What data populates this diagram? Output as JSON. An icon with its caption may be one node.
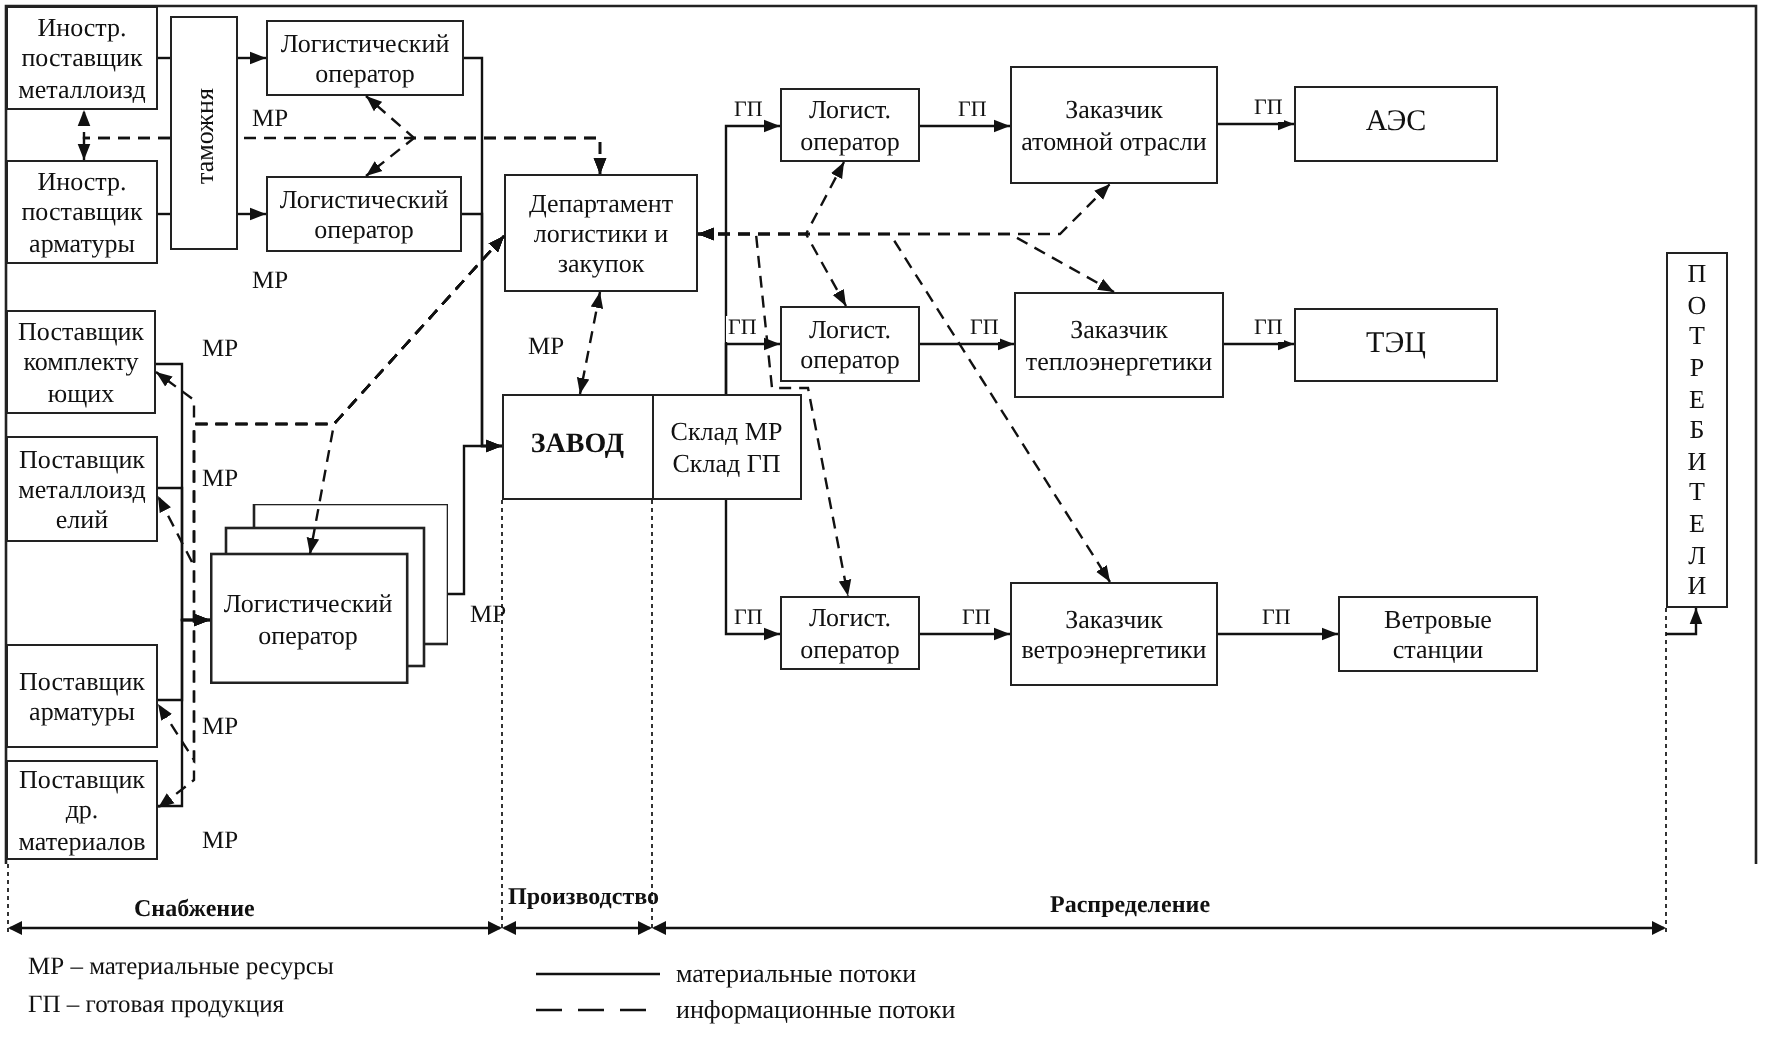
{
  "diagram": {
    "nodes": [
      {
        "text": [
          "Иностр. поставщик металлоизд"
        ]
      },
      {
        "text": [
          "Иностр. поставщик арматуры"
        ]
      },
      {
        "text": [
          "таможня"
        ]
      },
      {
        "text": [
          "Логистический оператор"
        ]
      },
      {
        "text": [
          "Логистический оператор"
        ]
      },
      {
        "text": [
          "Департамент логистики и закупок"
        ]
      },
      {
        "text": [
          "Поставщик комплекту ющих"
        ]
      },
      {
        "text": [
          "Поставщик металлоизд елий"
        ]
      },
      {
        "text": [
          "Логистический оператор"
        ]
      },
      {
        "text": [
          "ЗАВОД",
          "Склад МР Склад ГП"
        ]
      },
      {
        "text": [
          "Поставщик арматуры"
        ]
      },
      {
        "text": [
          "Поставщик др. материалов"
        ]
      },
      {
        "text": [
          "Логист. оператор"
        ]
      },
      {
        "text": [
          "Заказчик атомной отрасли"
        ]
      },
      {
        "text": [
          "АЭС"
        ]
      },
      {
        "text": [
          "Логист. оператор"
        ]
      },
      {
        "text": [
          "Заказчик теплоэнергетики"
        ]
      },
      {
        "text": [
          "ТЭЦ"
        ]
      },
      {
        "text": [
          "Логист. оператор"
        ]
      },
      {
        "text": [
          "Заказчик ветроэнергетики"
        ]
      },
      {
        "text": [
          "Ветровые станции"
        ]
      },
      {
        "text": [
          "ПОТРЕБИТЕЛИ"
        ]
      }
    ],
    "edges": [
      {
        "from": 0,
        "to": 2,
        "arrow": "none"
      },
      {
        "from": 1,
        "to": 2,
        "arrow": "none"
      },
      {
        "from": 2,
        "to": 3,
        "arrow": "to"
      },
      {
        "from": 2,
        "to": 4,
        "arrow": "to"
      },
      {
        "from": 3,
        "to": 9,
        "arrow": "to"
      },
      {
        "from": 4,
        "to": 9,
        "arrow": "to"
      },
      {
        "from": 6,
        "to": 8,
        "arrow": "to"
      },
      {
        "from": 7,
        "to": 8,
        "arrow": "to"
      },
      {
        "from": 10,
        "to": 8,
        "arrow": "to"
      },
      {
        "from": 11,
        "to": 8,
        "arrow": "to"
      },
      {
        "from": 8,
        "to": 9,
        "arrow": "to"
      },
      {
        "from": 9,
        "to": 12,
        "arrow": "to",
        "label": "ГП"
      },
      {
        "from": 9,
        "to": 15,
        "arrow": "to",
        "label": "ГП"
      },
      {
        "from": 9,
        "to": 18,
        "arrow": "to",
        "label": "ГП"
      },
      {
        "from": 12,
        "to": 13,
        "arrow": "to",
        "label": "ГП"
      },
      {
        "from": 13,
        "to": 14,
        "arrow": "to",
        "label": "ГП"
      },
      {
        "from": 15,
        "to": 16,
        "arrow": "to",
        "label": "ГП"
      },
      {
        "from": 16,
        "to": 17,
        "arrow": "to",
        "label": "ГП"
      },
      {
        "from": 18,
        "to": 19,
        "arrow": "to",
        "label": "ГП"
      },
      {
        "from": 19,
        "to": 20,
        "arrow": "to",
        "label": "ГП"
      },
      {
        "from": null,
        "to": 21,
        "arrow": "to"
      },
      {
        "from": 2,
        "to": 0,
        "arrow": "to",
        "style": "dashed"
      },
      {
        "from": 2,
        "to": 1,
        "arrow": "to",
        "style": "dashed"
      },
      {
        "from": 5,
        "to": 3,
        "arrow": "both",
        "style": "dashed"
      },
      {
        "from": 5,
        "to": 4,
        "arrow": "both",
        "style": "dashed"
      },
      {
        "from": 5,
        "to": 6,
        "arrow": "both",
        "style": "dashed"
      },
      {
        "from": 5,
        "to": 7,
        "arrow": "both",
        "style": "dashed"
      },
      {
        "from": 5,
        "to": 10,
        "arrow": "both",
        "style": "dashed"
      },
      {
        "from": 5,
        "to": 11,
        "arrow": "both",
        "style": "dashed"
      },
      {
        "from": 5,
        "to": 8,
        "arrow": "both",
        "style": "dashed"
      },
      {
        "from": 5,
        "to": 9,
        "arrow": "both",
        "style": "dashed"
      },
      {
        "from": 5,
        "to": 12,
        "arrow": "both",
        "style": "dashed"
      },
      {
        "from": 5,
        "to": 15,
        "arrow": "both",
        "style": "dashed"
      },
      {
        "from": 5,
        "to": 18,
        "arrow": "both",
        "style": "dashed"
      },
      {
        "from": 5,
        "to": 13,
        "arrow": "both",
        "style": "dashed"
      },
      {
        "from": 5,
        "to": 16,
        "arrow": "both",
        "style": "dashed"
      },
      {
        "from": 5,
        "to": 19,
        "arrow": "both",
        "style": "dashed"
      },
      {
        "from": 2,
        "to": 5,
        "arrow": "to",
        "style": "dashed"
      }
    ],
    "labels": [
      "МР",
      "МР",
      "МР",
      "МР",
      "МР",
      "МР",
      "МР",
      "МР",
      "Снабжение",
      "Производство",
      "Распределение",
      "МР – материальные ресурсы",
      "ГП – готовая продукция"
    ],
    "legend": [
      {
        "text": "материальные потоки"
      },
      {
        "text": "информационные потоки"
      }
    ]
  }
}
